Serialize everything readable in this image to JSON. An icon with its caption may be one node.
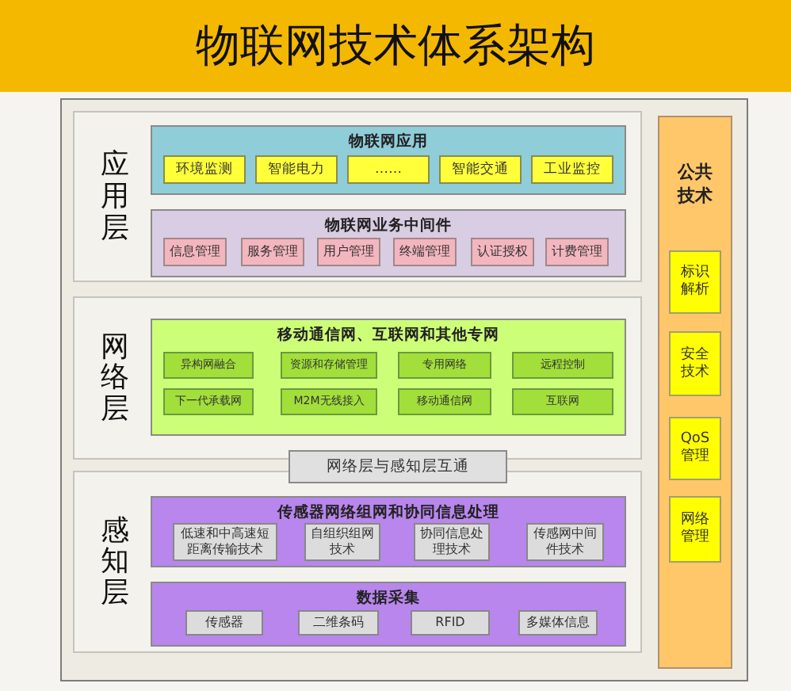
{
  "diagram": {
    "title": "物联网技术体系架构",
    "nodes": [
      {
        "text": [],
        "shape": "box"
      },
      {
        "text": [
          "应用层"
        ],
        "in": 0
      },
      {
        "text": [
          "物联网应用"
        ],
        "in": 1
      },
      {
        "text": [
          "环境监测"
        ],
        "in": 2
      },
      {
        "text": [
          "智能电力"
        ],
        "in": 2
      },
      {
        "text": [
          "……"
        ],
        "in": 2
      },
      {
        "text": [
          "智能交通"
        ],
        "in": 2
      },
      {
        "text": [
          "工业监控"
        ],
        "in": 2
      },
      {
        "text": [
          "物联网业务中间件"
        ],
        "in": 1
      },
      {
        "text": [
          "信息管理"
        ],
        "in": 8
      },
      {
        "text": [
          "服务管理"
        ],
        "in": 8
      },
      {
        "text": [
          "用户管理"
        ],
        "in": 8
      },
      {
        "text": [
          "终端管理"
        ],
        "in": 8
      },
      {
        "text": [
          "认证授权"
        ],
        "in": 8
      },
      {
        "text": [
          "计费管理"
        ],
        "in": 8
      },
      {
        "text": [
          "网络层"
        ],
        "in": 0
      },
      {
        "text": [
          "移动通信网、互联网和其他专网"
        ],
        "in": 15
      },
      {
        "text": [
          "异构网融合"
        ],
        "in": 16
      },
      {
        "text": [
          "资源和存储管理"
        ],
        "in": 16
      },
      {
        "text": [
          "专用网络"
        ],
        "in": 16
      },
      {
        "text": [
          "远程控制"
        ],
        "in": 16
      },
      {
        "text": [
          "下一代承载网"
        ],
        "in": 16
      },
      {
        "text": [
          "M2M无线接入"
        ],
        "in": 16
      },
      {
        "text": [
          "移动通信网"
        ],
        "in": 16
      },
      {
        "text": [
          "互联网"
        ],
        "in": 16
      },
      {
        "text": [
          "网络层与感知层互通"
        ],
        "in": 0
      },
      {
        "text": [
          "感知层"
        ],
        "in": 0
      },
      {
        "text": [
          "传感器网络组网和协同信息处理"
        ],
        "in": 26
      },
      {
        "text": [
          "低速和中高速短距离传输技术"
        ],
        "in": 27
      },
      {
        "text": [
          "自组织组网技术"
        ],
        "in": 27
      },
      {
        "text": [
          "协同信息处理技术"
        ],
        "in": 27
      },
      {
        "text": [
          "传感网中间件技术"
        ],
        "in": 27
      },
      {
        "text": [
          "数据采集"
        ],
        "in": 26
      },
      {
        "text": [
          "传感器"
        ],
        "in": 32
      },
      {
        "text": [
          "二维条码"
        ],
        "in": 32
      },
      {
        "text": [
          "RFID"
        ],
        "in": 32
      },
      {
        "text": [
          "多媒体信息"
        ],
        "in": 32
      },
      {
        "text": [
          "公共技术"
        ],
        "in": 0
      },
      {
        "text": [
          "标识解析"
        ],
        "in": 37
      },
      {
        "text": [
          "安全技术"
        ],
        "in": 37
      },
      {
        "text": [
          "QoS管理"
        ],
        "in": 37
      },
      {
        "text": [
          "网络管理"
        ],
        "in": 37
      }
    ]
  }
}
